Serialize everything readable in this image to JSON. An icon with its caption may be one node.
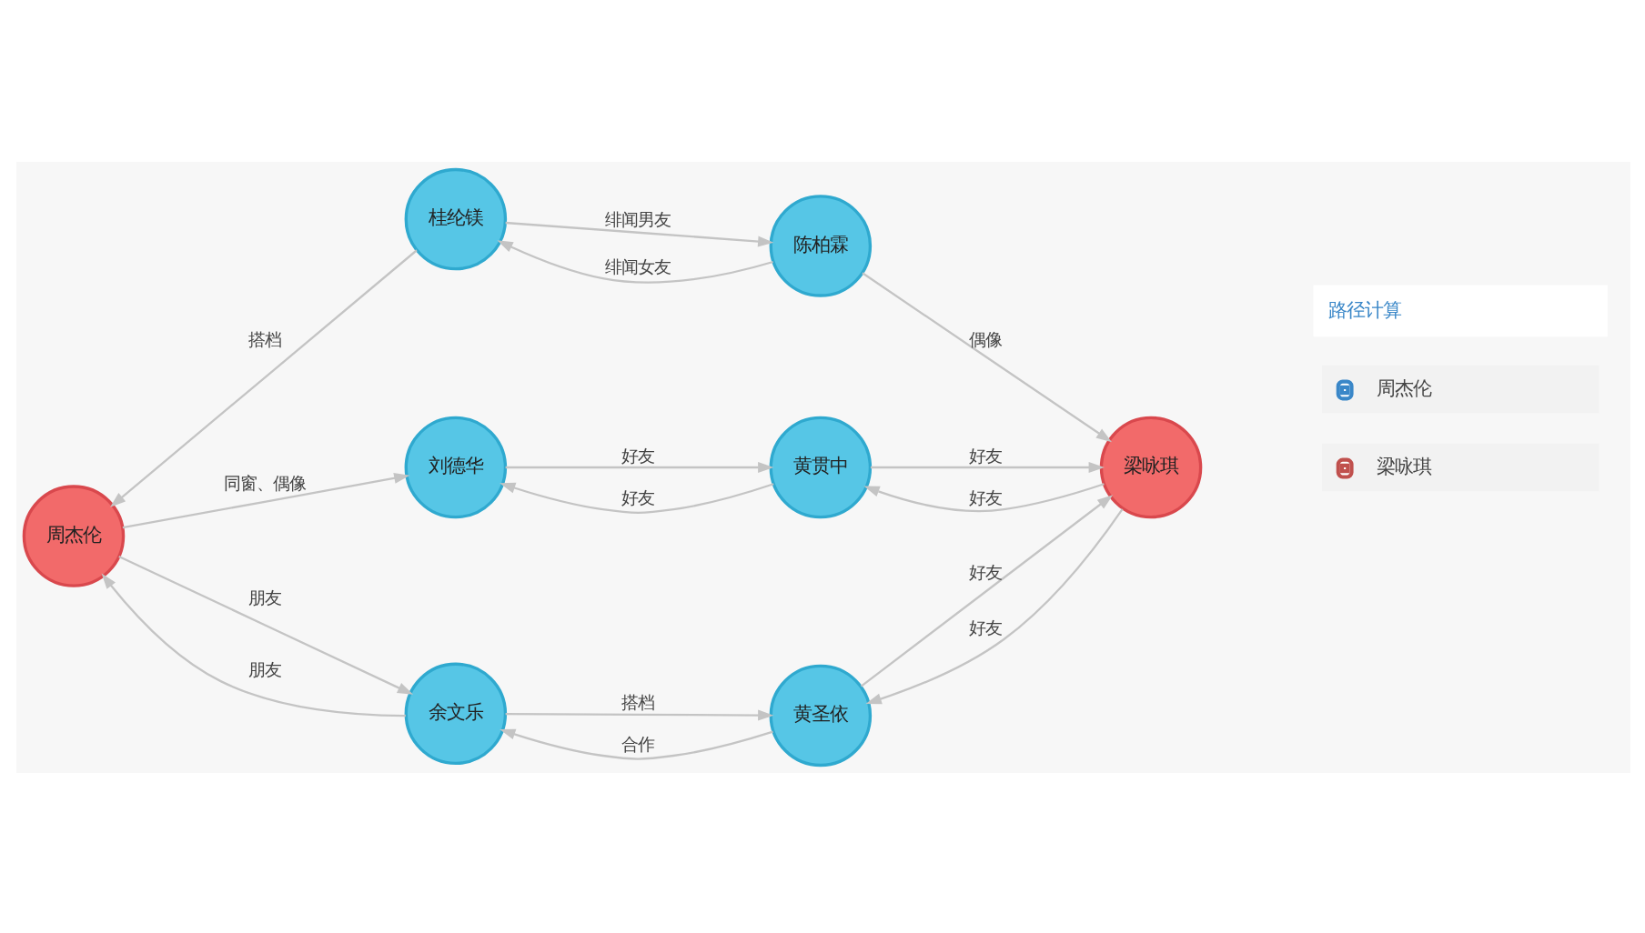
{
  "diagram": {
    "nodes": [
      {
        "text": [
          "桂纶镁"
        ]
      },
      {
        "text": [
          "陈柏霖"
        ]
      },
      {
        "text": [
          "周杰伦"
        ]
      },
      {
        "text": [
          "刘德华"
        ]
      },
      {
        "text": [
          "黄贯中"
        ]
      },
      {
        "text": [
          "梁咏琪"
        ]
      },
      {
        "text": [
          "余文乐"
        ]
      },
      {
        "text": [
          "黄圣依"
        ]
      }
    ],
    "edges": [
      {
        "from": 0,
        "to": 1,
        "arrow": "to",
        "label": "绯闻男友"
      },
      {
        "from": 1,
        "to": 0,
        "arrow": "to",
        "label": "绯闻女友"
      },
      {
        "from": 0,
        "to": 2,
        "arrow": "to",
        "label": "搭档"
      },
      {
        "from": 1,
        "to": 5,
        "arrow": "to",
        "label": "偶像"
      },
      {
        "from": 2,
        "to": 3,
        "arrow": "to",
        "label": "同窗、偶像"
      },
      {
        "from": 3,
        "to": 4,
        "arrow": "to",
        "label": "好友"
      },
      {
        "from": 4,
        "to": 3,
        "arrow": "to",
        "label": "好友"
      },
      {
        "from": 4,
        "to": 5,
        "arrow": "to",
        "label": "好友"
      },
      {
        "from": 5,
        "to": 4,
        "arrow": "to",
        "label": "好友"
      },
      {
        "from": 2,
        "to": 6,
        "arrow": "to",
        "label": "朋友"
      },
      {
        "from": 6,
        "to": 2,
        "arrow": "to",
        "label": "朋友"
      },
      {
        "from": 6,
        "to": 7,
        "arrow": "to",
        "label": "搭档"
      },
      {
        "from": 7,
        "to": 6,
        "arrow": "to",
        "label": "合作"
      },
      {
        "from": 7,
        "to": 5,
        "arrow": "to",
        "label": "好友"
      },
      {
        "from": 5,
        "to": 7,
        "arrow": "to",
        "label": "好友"
      }
    ],
    "labels": [
      "路径计算"
    ],
    "legend": [
      {
        "text": "周杰伦",
        "color": "#3a87c8"
      },
      {
        "text": "梁咏琪",
        "color": "#c0504d"
      }
    ]
  }
}
